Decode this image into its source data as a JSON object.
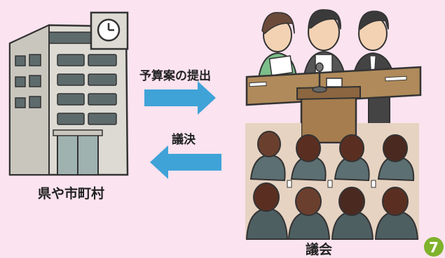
{
  "diagram": {
    "arrow_forward_label": "予算案の提出",
    "arrow_back_label": "議決",
    "city_label": "県や市町村",
    "council_label": "議会",
    "page_number": "7"
  },
  "colors": {
    "background": "#fbe3ef",
    "arrow": "#3fa3d8",
    "building": "#dcdad3",
    "badge": "#7fb22c",
    "table": "#b08a5a"
  },
  "icons": [
    "office-building-icon",
    "clock-icon",
    "council-members-illustration",
    "audience-illustration",
    "microphone-icon"
  ]
}
